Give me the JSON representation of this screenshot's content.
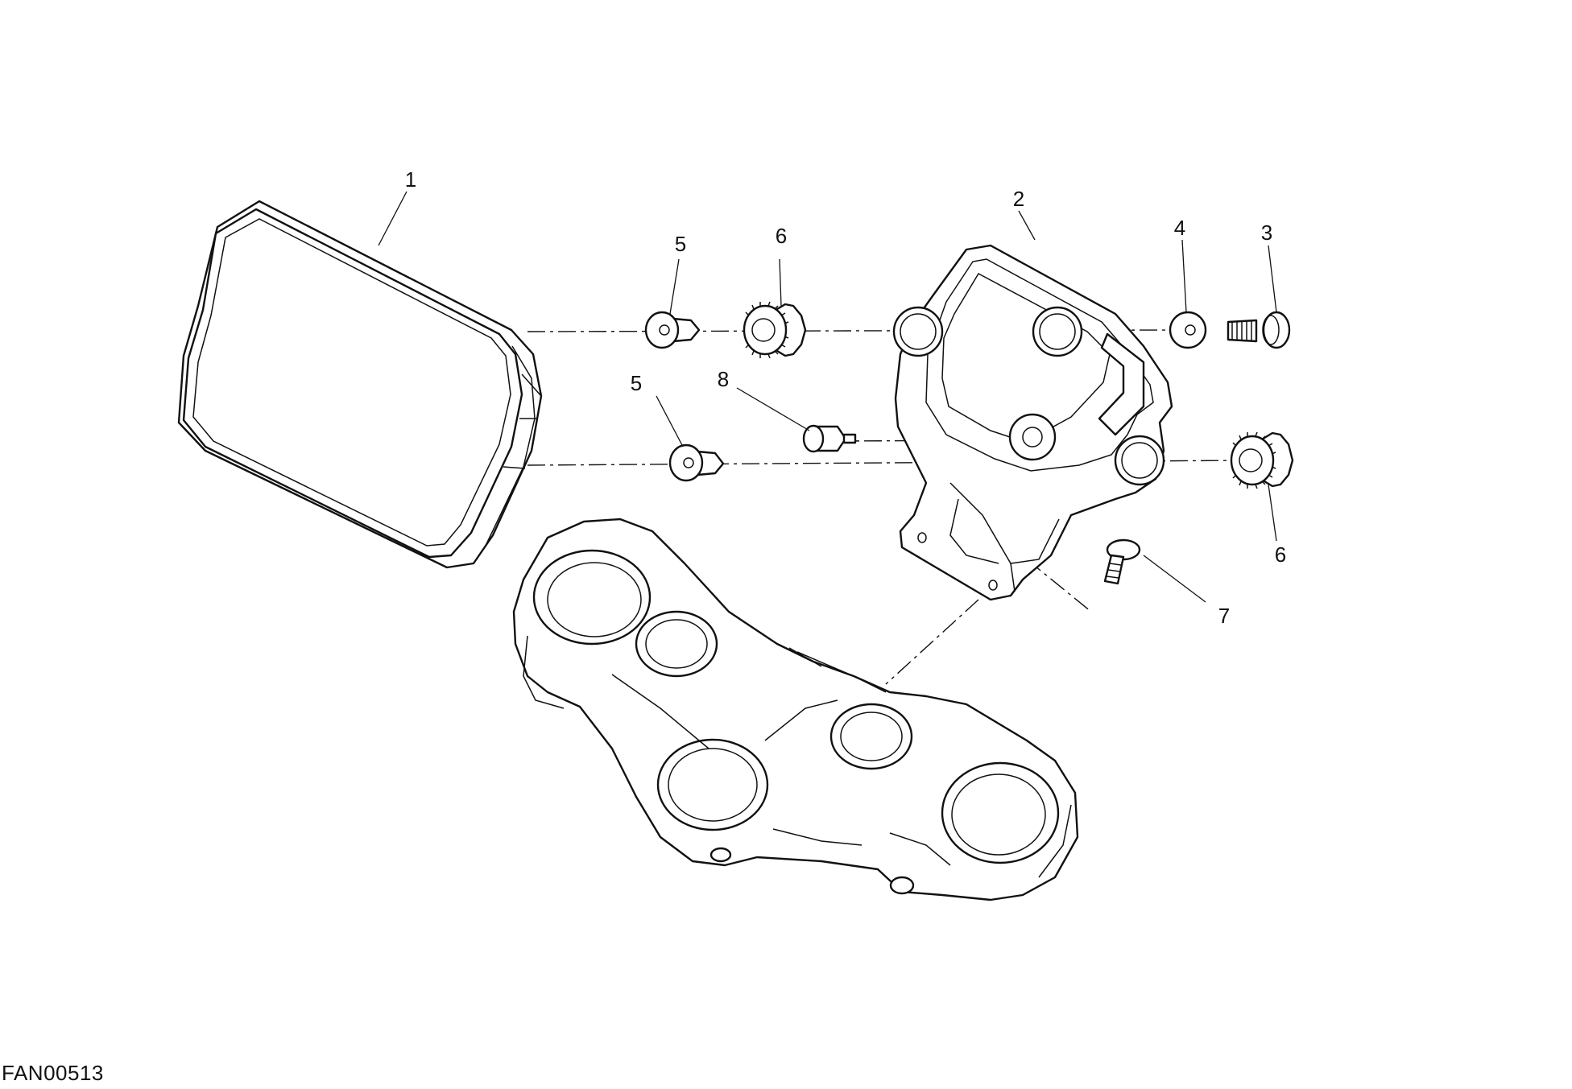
{
  "figure_code": "FAN00513",
  "callouts": {
    "c1": "1",
    "c2": "2",
    "c3": "3",
    "c4": "4",
    "c5a": "5",
    "c5b": "5",
    "c6a": "6",
    "c6b": "6",
    "c7": "7",
    "c8": "8"
  }
}
